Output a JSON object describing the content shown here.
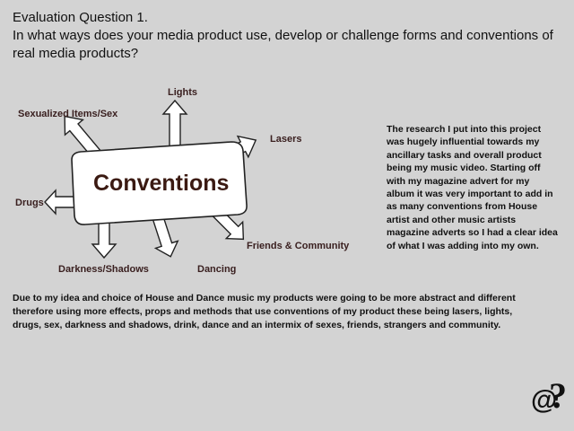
{
  "title": {
    "line1": "Evaluation Question 1.",
    "line2": "In what ways does your media product use, develop or challenge forms and conventions of",
    "line3": "real media products?"
  },
  "diagram": {
    "center": "Conventions",
    "labels": {
      "lights": "Lights",
      "sexualized": "Sexualized Items/Sex",
      "lasers": "Lasers",
      "drugs": "Drugs",
      "friends": "Friends & Community",
      "darkness": "Darkness/Shadows",
      "dancing": "Dancing"
    }
  },
  "research": {
    "lines": [
      "The research I put into this project",
      "was hugely influential towards my",
      "ancillary tasks and overall product",
      "being my music video. Starting off",
      "with my magazine advert for my",
      "album it was very important to add in",
      "as many conventions from House",
      "artist and other music artists",
      "magazine adverts so I had a clear idea",
      "of what I was adding into my own."
    ]
  },
  "bottom": {
    "lines": [
      "Due to my idea and choice of House and Dance music my products were going to be more abstract and different",
      "therefore using more effects, props and methods that use conventions of my product these being lasers, lights,",
      "drugs, sex, darkness and shadows, drink, dance and an intermix of sexes, friends, strangers and community."
    ]
  },
  "logo": {
    "icon": "at-question-mark-icon",
    "at": "@",
    "q": "?"
  }
}
